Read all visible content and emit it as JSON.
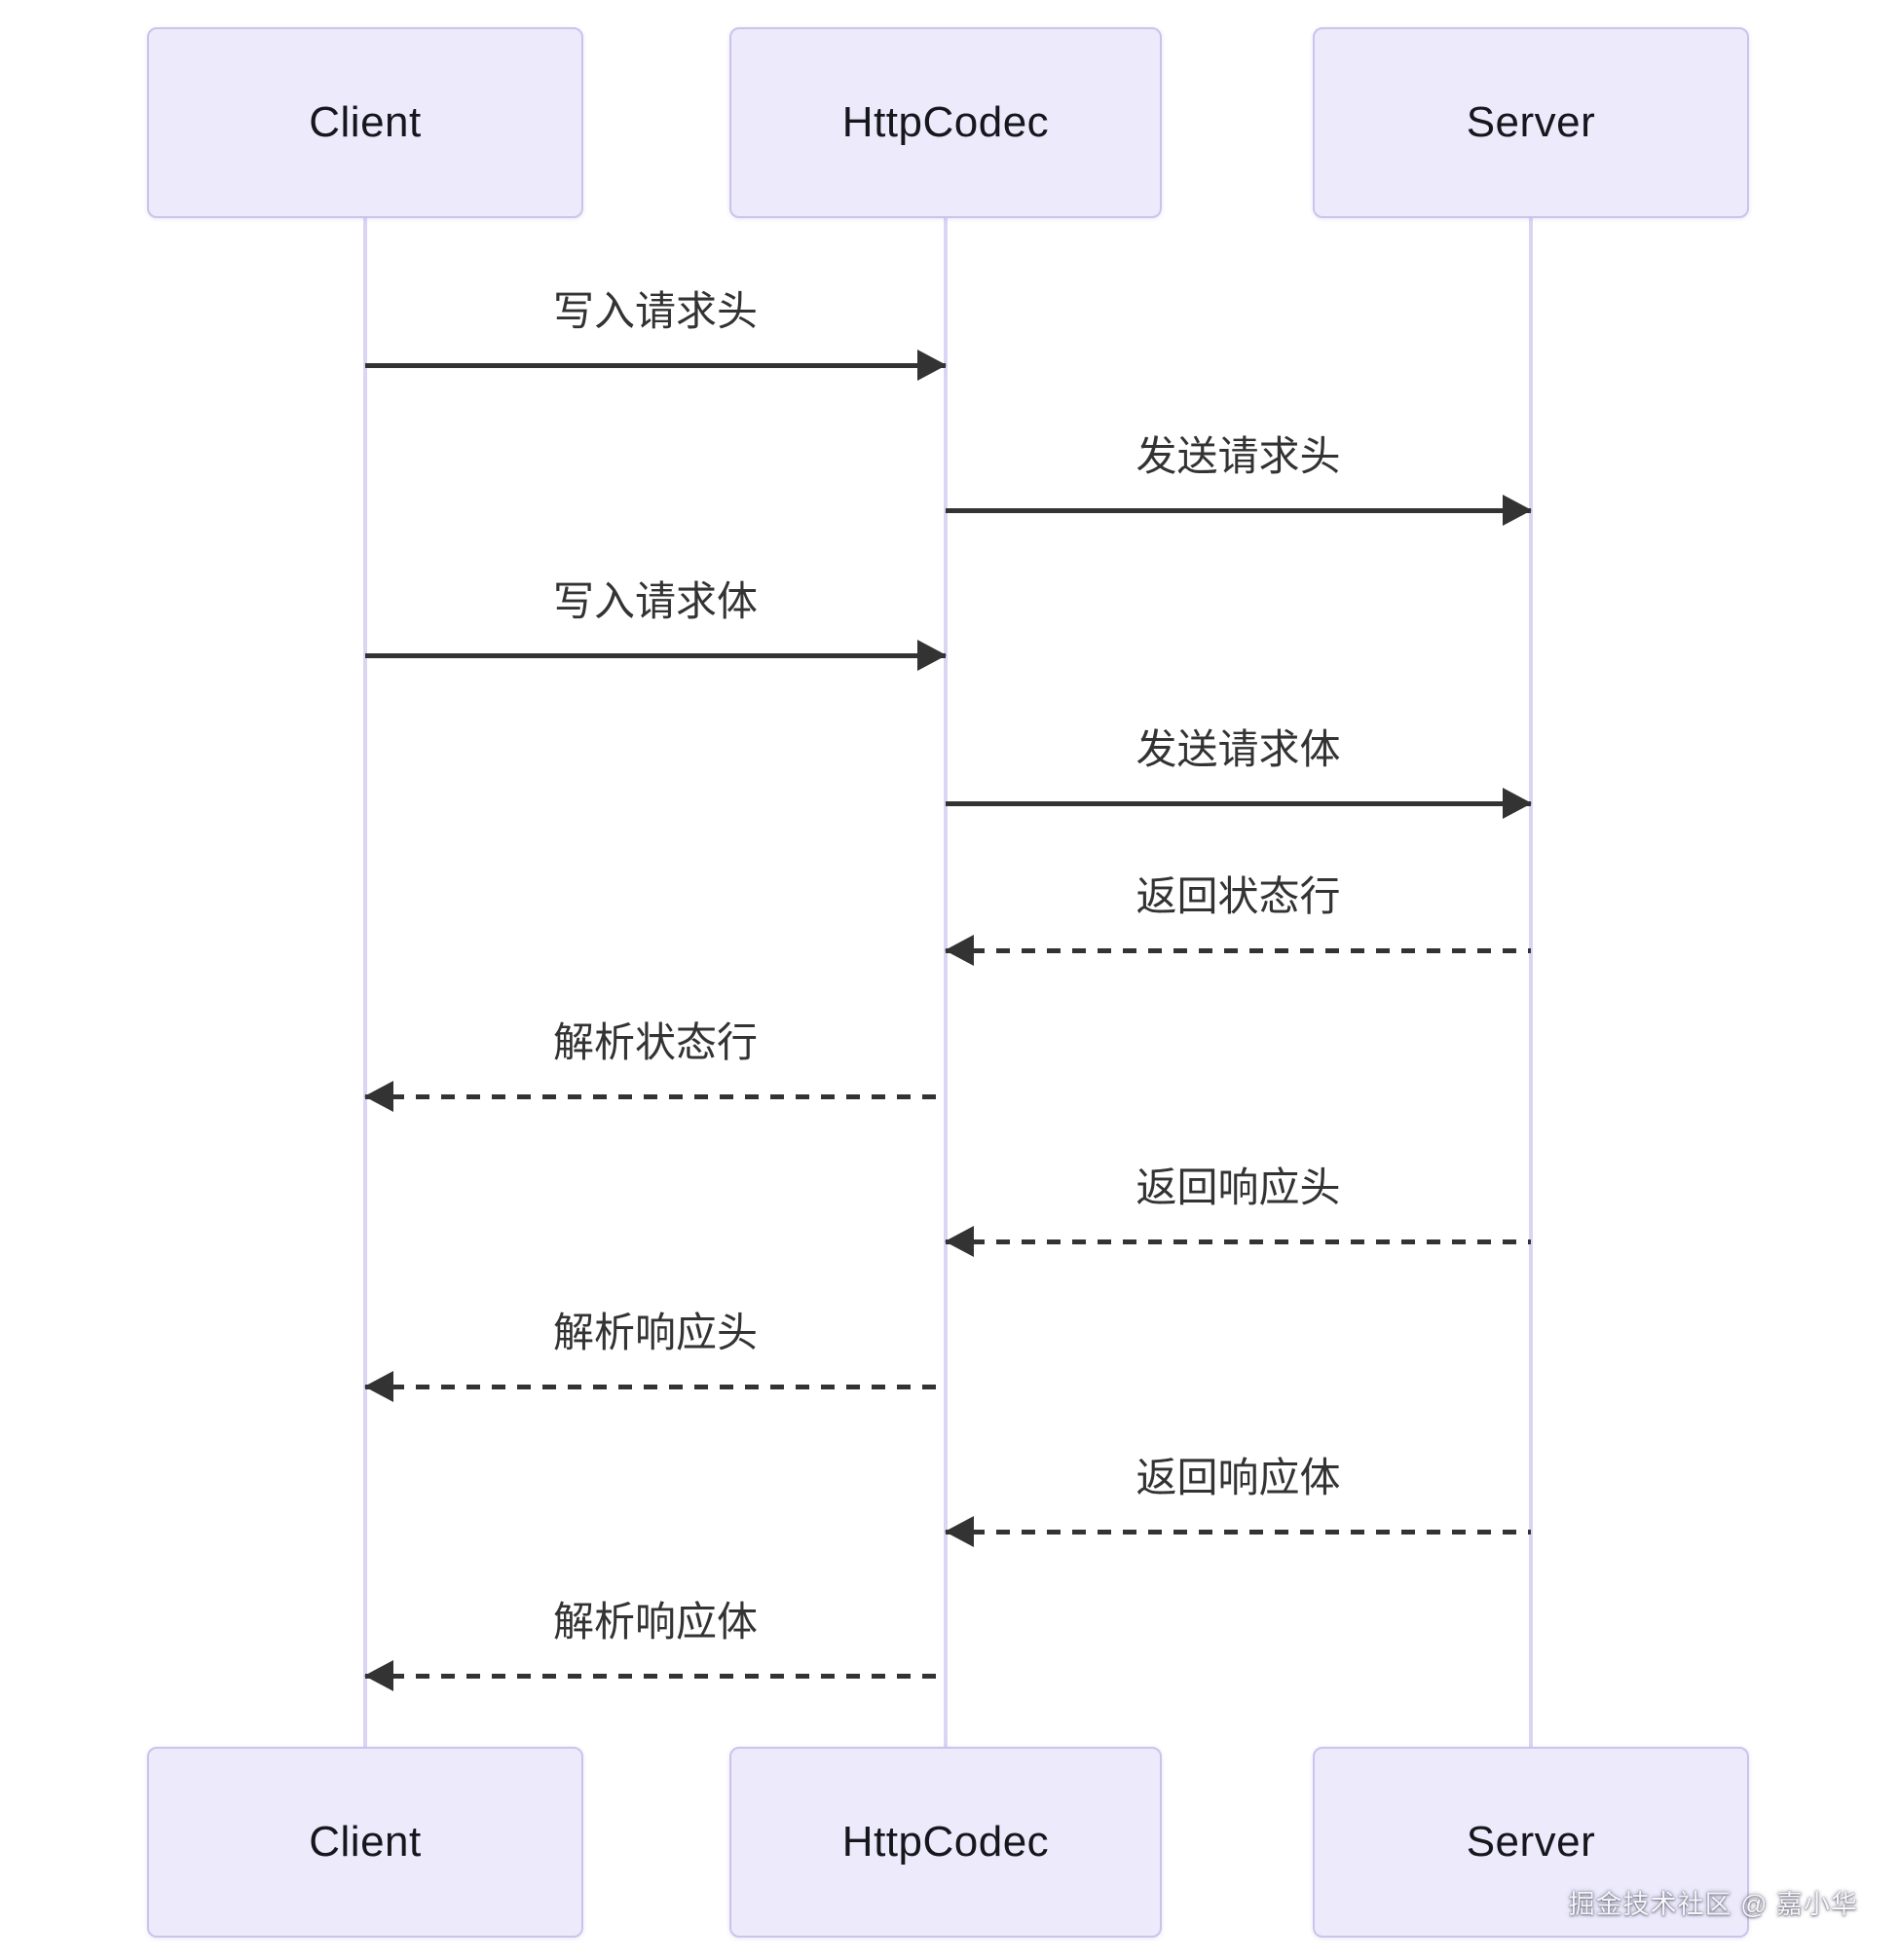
{
  "diagram": {
    "type": "sequence",
    "actors": [
      {
        "id": "client",
        "label": "Client"
      },
      {
        "id": "httpcodec",
        "label": "HttpCodec"
      },
      {
        "id": "server",
        "label": "Server"
      }
    ],
    "messages": [
      {
        "text": "写入请求头",
        "from": "Client",
        "to": "HttpCodec",
        "line": "solid"
      },
      {
        "text": "发送请求头",
        "from": "HttpCodec",
        "to": "Server",
        "line": "solid"
      },
      {
        "text": "写入请求体",
        "from": "Client",
        "to": "HttpCodec",
        "line": "solid"
      },
      {
        "text": "发送请求体",
        "from": "HttpCodec",
        "to": "Server",
        "line": "solid"
      },
      {
        "text": "返回状态行",
        "from": "Server",
        "to": "HttpCodec",
        "line": "dashed"
      },
      {
        "text": "解析状态行",
        "from": "HttpCodec",
        "to": "Client",
        "line": "dashed"
      },
      {
        "text": "返回响应头",
        "from": "Server",
        "to": "HttpCodec",
        "line": "dashed"
      },
      {
        "text": "解析响应头",
        "from": "HttpCodec",
        "to": "Client",
        "line": "dashed"
      },
      {
        "text": "返回响应体",
        "from": "Server",
        "to": "HttpCodec",
        "line": "dashed"
      },
      {
        "text": "解析响应体",
        "from": "HttpCodec",
        "to": "Client",
        "line": "dashed"
      }
    ],
    "colors": {
      "actor_fill": "#eceafb",
      "actor_border": "#ccc3ec",
      "lifeline": "#dbd5f3",
      "arrow": "#333333",
      "label_text": "#333333",
      "background": "#ffffff"
    },
    "watermark": "掘金技术社区 @ 嘉小华"
  }
}
